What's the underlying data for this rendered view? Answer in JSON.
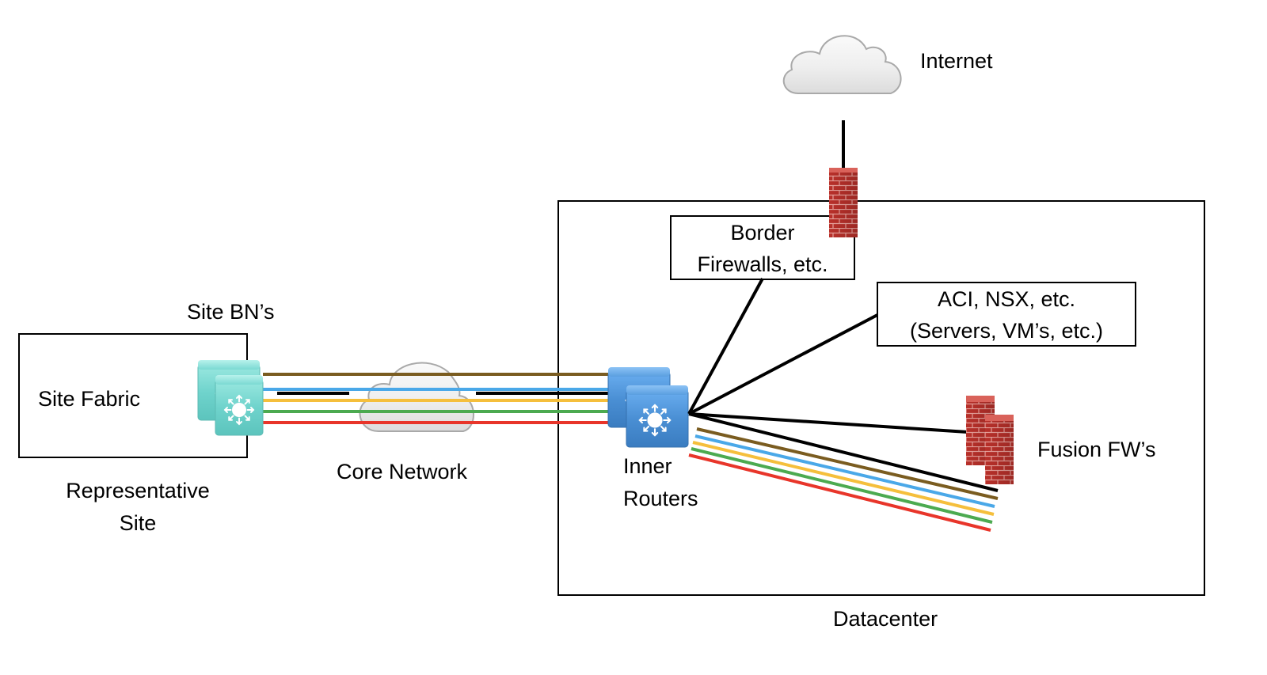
{
  "diagram": {
    "title": "Datacenter / Site network topology",
    "labels": {
      "internet": "Internet",
      "site_bns": "Site BN’s",
      "site_fabric": "Site Fabric",
      "representative_site_line1": "Representative",
      "representative_site_line2": "Site",
      "core_network": "Core Network",
      "inner_routers_line1": "Inner",
      "inner_routers_line2": "Routers",
      "fusion_fws": "Fusion FW’s",
      "datacenter": "Datacenter"
    },
    "boxes": {
      "border_firewalls_line1": "Border",
      "border_firewalls_line2": "Firewalls, etc.",
      "aci_nsx_line1": "ACI, NSX, etc.",
      "aci_nsx_line2": "(Servers, VM’s, etc.)"
    },
    "nodes": [
      {
        "id": "internet-cloud",
        "icon": "cloud-icon"
      },
      {
        "id": "core-network-cloud",
        "icon": "cloud-icon"
      },
      {
        "id": "site-border-nodes",
        "icon": "layer3-switch-icon",
        "count": 2,
        "color": "#6fd3cc"
      },
      {
        "id": "inner-routers",
        "icon": "layer3-switch-icon",
        "count": 2,
        "color": "#4a8fd4"
      },
      {
        "id": "border-firewall",
        "icon": "firewall-icon",
        "count": 1
      },
      {
        "id": "fusion-firewalls",
        "icon": "firewall-icon",
        "count": 2
      }
    ],
    "vn_colors": {
      "brown": "#7a5c20",
      "blue": "#4aa8e8",
      "black": "#000000",
      "yellow": "#f5bf3c",
      "green": "#4caa50",
      "red": "#e8352a"
    },
    "colors": {
      "firewall": "#b8302a",
      "line": "#000000"
    }
  }
}
